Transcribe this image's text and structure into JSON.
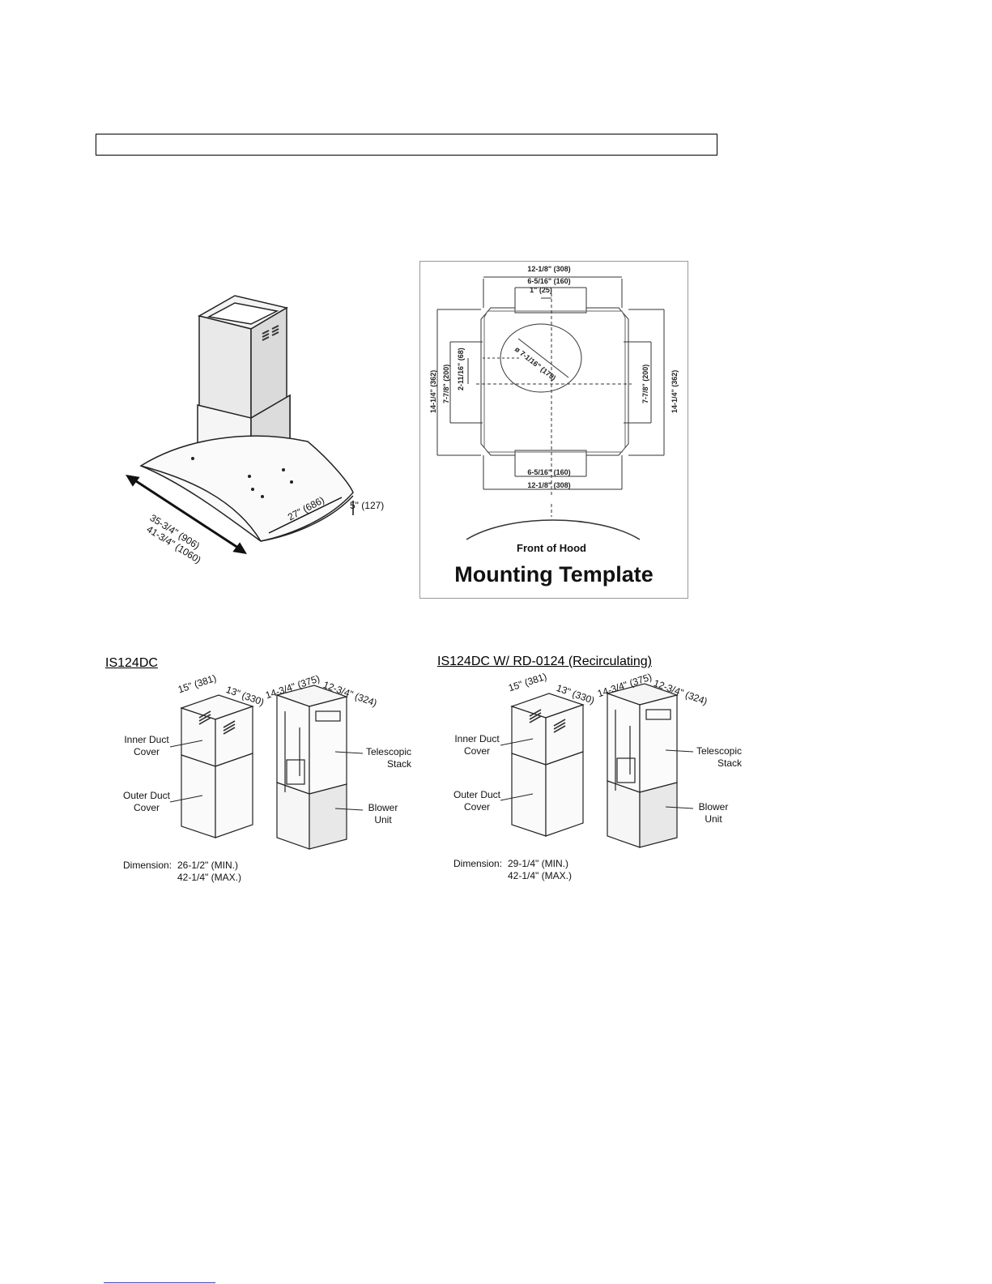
{
  "hood_dims": {
    "width_1": "35-3/4\" (906)",
    "width_2": "41-3/4\" (1060)",
    "depth": "27\" (686)",
    "thickness": "5\" (127)"
  },
  "template": {
    "top_outer": "12-1/8\" (308)",
    "top_inner": "6-5/16\" (160)",
    "top_center": "1\" (25)",
    "circle_dia": "ø 7-1/16\" (179)",
    "left_outer": "14-1/4\" (362)",
    "left_inner": "7-7/8\" (200)",
    "left_small": "2-11/16\" (68)",
    "right_inner": "7-7/8\" (200)",
    "right_outer": "14-1/4\" (362)",
    "bottom_inner": "6-5/16\" (160)",
    "bottom_outer": "12-1/8\" (308)",
    "front_label": "Front of Hood",
    "title": "Mounting Template"
  },
  "left_set": {
    "heading": "IS124DC",
    "dim_a": "15\" (381)",
    "dim_b": "13\" (330)",
    "dim_c": "14-3/4\" (375)",
    "dim_d": "12-3/4\" (324)",
    "inner_cover_1": "Inner Duct",
    "inner_cover_2": "Cover",
    "outer_cover_1": "Outer Duct",
    "outer_cover_2": "Cover",
    "tele_1": "Telescopic",
    "tele_2": "Stack",
    "blower_1": "Blower",
    "blower_2": "Unit",
    "dimension_label": "Dimension:",
    "dimension_min": "26-1/2\" (MIN.)",
    "dimension_max": "42-1/4\" (MAX.)"
  },
  "right_set": {
    "heading": "IS124DC W/ RD-0124 (Recirculating)",
    "dim_a": "15\" (381)",
    "dim_b": "13\" (330)",
    "dim_c": "14-3/4\" (375)",
    "dim_d": "12-3/4\" (324)",
    "inner_cover_1": "Inner Duct",
    "inner_cover_2": "Cover",
    "outer_cover_1": "Outer Duct",
    "outer_cover_2": "Cover",
    "tele_1": "Telescopic",
    "tele_2": "Stack",
    "blower_1": "Blower",
    "blower_2": "Unit",
    "dimension_label": "Dimension:",
    "dimension_min": "29-1/4\" (MIN.)",
    "dimension_max": "42-1/4\" (MAX.)"
  }
}
